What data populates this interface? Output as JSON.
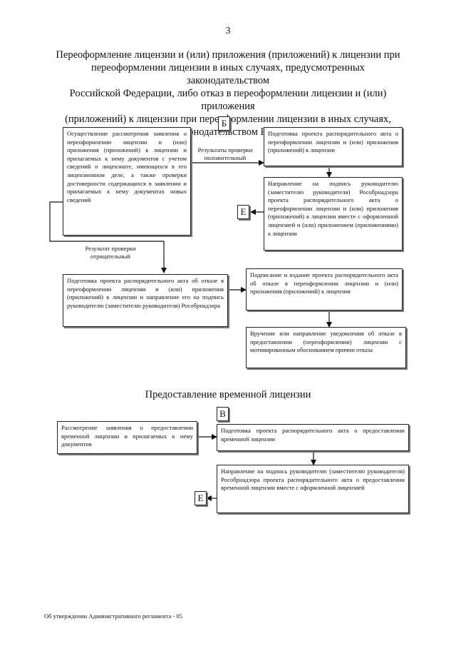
{
  "page_number": "3",
  "section1": {
    "title_lines": [
      "Переоформление лицензии и (или) приложения (приложений) к лицензии при",
      "переоформлении лицензии в иных случаях, предусмотренных законодательством",
      "Российской Федерации, либо отказ в переоформлении лицензии и (или) приложения",
      "(приложений) к лицензии при переоформлении лицензии в иных случаях,",
      "предусмотренных законодательством Российской Федерации"
    ],
    "marker_b": "Б",
    "marker_e": "Е",
    "box_review": "Осуществление рассмотрения заявления о переоформлении лицензии и (или) приложения (приложений) к лицензии и прилагаемых к нему документов с учетом сведений о лицензиате, имеющихся в его лицензионном деле, а также проверки достоверности содержащихся в заявлении и прилагаемых к нему документах новых сведений",
    "label_positive": "Результаты проверки положительный",
    "label_negative": "Результат проверки отрицательный",
    "box_prepare_act": "Подготовка проекта распорядительного акта о переоформлении лицензии и (или) приложения (приложений) к лицензии",
    "box_sign_send": "Направление на подпись руководителю (заместителю руководителя) Рособрнадзора проекта распорядительного акта о переоформлении лицензии и (или) приложения (приложений) к лицензии вместе с оформленной лицензией и (или) приложением (приложениями) к лицензии",
    "box_prepare_refusal": "Подготовка проекта распорядительного акта об отказе в переоформлении лицензии и (или) приложения (приложений) к лицензии и направление его на подпись руководителю (заместителю руководителя) Рособрнадзора",
    "box_sign_refusal": "Подписание и издание проекта распорядительного акта об отказе в переоформлении лицензии и (или) приложения (приложений) к лицензии",
    "box_notify": "Вручение или направление уведомления об отказе в предоставлении (переоформлении) лицензии с мотивированным обоснованием причин отказа"
  },
  "section2": {
    "title": "Предоставление временной лицензии",
    "marker_v": "В",
    "marker_e": "Е",
    "box_review": "Рассмотрение заявления о предоставлении временной лицензии и прилагаемых к нему документов",
    "box_prepare": "Подготовка проекта распорядительного акта о предоставлении временной лицензии",
    "box_sign": "Направление на подпись руководителю (заместителю руководителя) Рособрнадзора проекта распорядительного акта о предоставлении временной лицензии вместе с оформленной лицензией"
  },
  "footer": "Об утверждении Административного регламента - 05"
}
